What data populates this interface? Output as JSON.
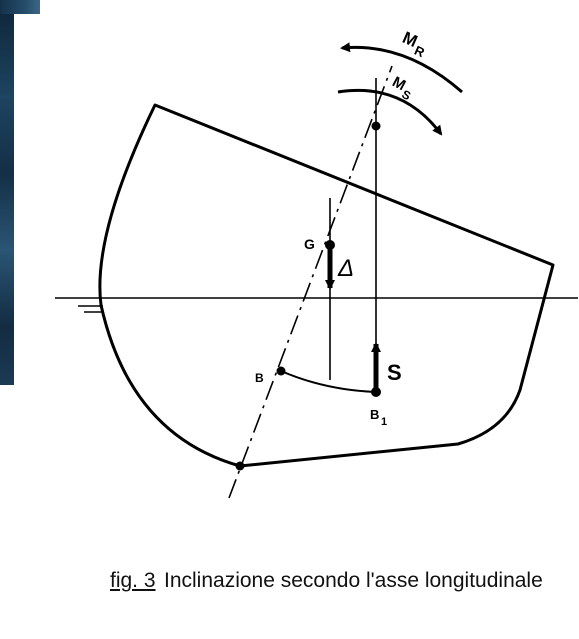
{
  "figure": {
    "labels": {
      "moment_righting": "M",
      "moment_righting_sub": "R",
      "moment_heeling": "M",
      "moment_heeling_sub": "S",
      "gravity_point": "G",
      "displacement": "Δ",
      "buoyancy_initial": "B",
      "buoyancy_heeled": "B",
      "buoyancy_heeled_sub": "1",
      "thrust": "S"
    }
  },
  "caption": {
    "number": "fig. 3",
    "text": "Inclinazione secondo l'asse longitudinale"
  }
}
